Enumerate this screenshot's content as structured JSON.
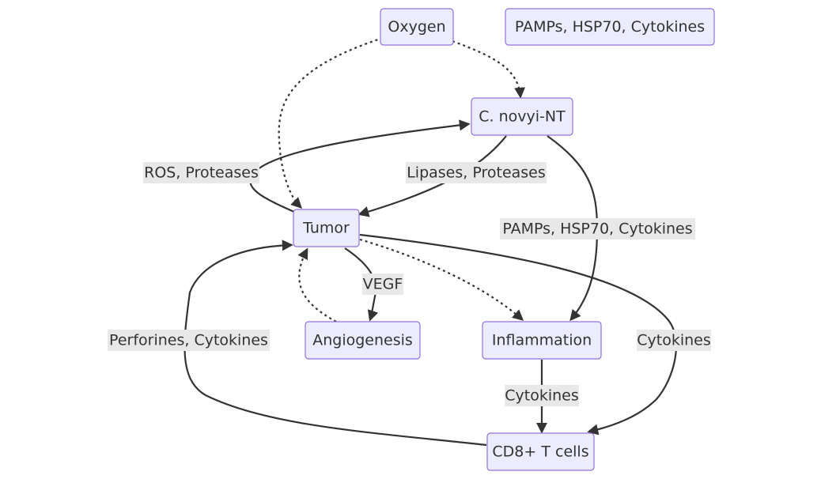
{
  "nodes": {
    "oxygen": "Oxygen",
    "pamps_box": "PAMPs, HSP70, Cytokines",
    "cnovyi": "C. novyi-NT",
    "tumor": "Tumor",
    "angiogenesis": "Angiogenesis",
    "inflammation": "Inflammation",
    "cd8": "CD8+ T cells"
  },
  "edges": [
    {
      "from": "Oxygen",
      "to": "C. novyi-NT",
      "style": "dotted",
      "label": ""
    },
    {
      "from": "Oxygen",
      "to": "Tumor",
      "style": "dotted",
      "label": ""
    },
    {
      "from": "Tumor",
      "to": "C. novyi-NT",
      "style": "solid",
      "label": "ROS, Proteases"
    },
    {
      "from": "C. novyi-NT",
      "to": "Tumor",
      "style": "solid",
      "label": "Lipases, Proteases"
    },
    {
      "from": "C. novyi-NT",
      "to": "Inflammation",
      "style": "solid",
      "label": "PAMPs, HSP70, Cytokines"
    },
    {
      "from": "Tumor",
      "to": "Angiogenesis",
      "style": "solid",
      "label": "VEGF"
    },
    {
      "from": "Angiogenesis",
      "to": "Tumor",
      "style": "dotted",
      "label": ""
    },
    {
      "from": "Tumor",
      "to": "Inflammation",
      "style": "dotted",
      "label": ""
    },
    {
      "from": "Tumor",
      "to": "CD8+ T cells",
      "style": "solid",
      "label": "Cytokines"
    },
    {
      "from": "Inflammation",
      "to": "CD8+ T cells",
      "style": "solid",
      "label": "Cytokines"
    },
    {
      "from": "CD8+ T cells",
      "to": "Tumor",
      "style": "solid",
      "label": "Perforines, Cytokines"
    }
  ],
  "colors": {
    "node_fill": "#ececff",
    "node_stroke": "#9370db",
    "edge": "#333333",
    "label_bg": "#e8e8e8",
    "text": "#333333"
  }
}
